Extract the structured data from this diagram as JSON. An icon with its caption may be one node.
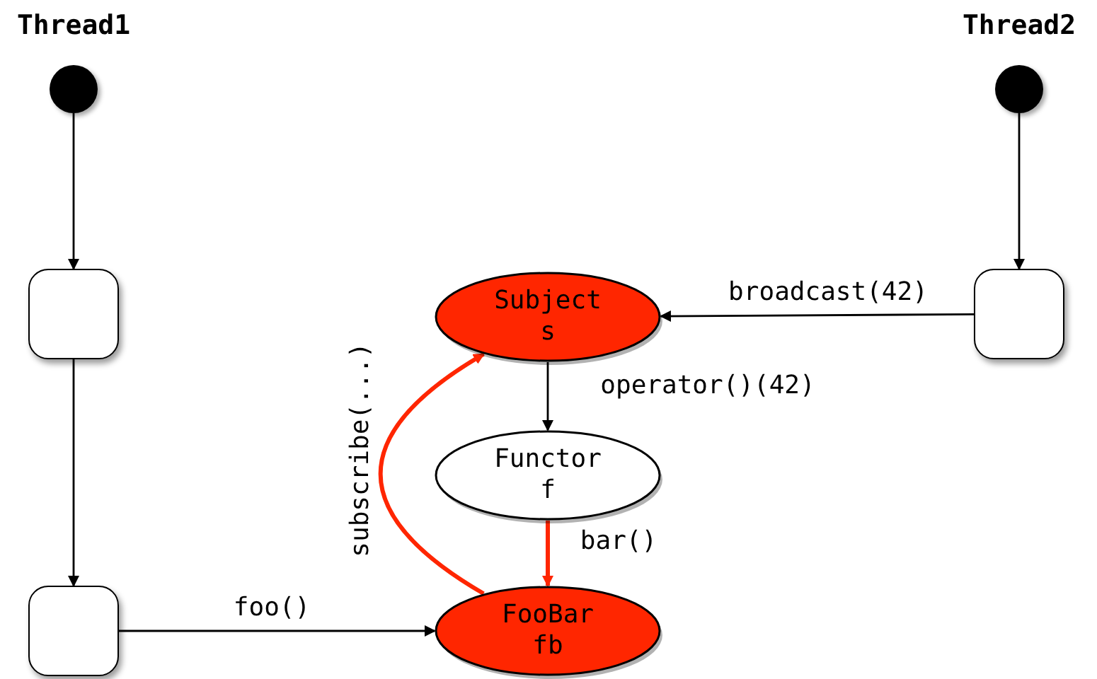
{
  "diagram": {
    "nodes": [
      {
        "text": [],
        "shape": "circle"
      },
      {
        "text": [],
        "shape": "circle"
      },
      {
        "text": [],
        "shape": "box"
      },
      {
        "text": [
          "Subject s"
        ]
      },
      {
        "text": [],
        "shape": "box"
      },
      {
        "text": [
          "Functor f"
        ]
      },
      {
        "text": [],
        "shape": "box"
      },
      {
        "text": [
          "FooBar fb"
        ]
      }
    ],
    "edges": [
      {
        "from": 0,
        "to": 2,
        "arrow": "to"
      },
      {
        "from": 2,
        "to": 6,
        "arrow": "to"
      },
      {
        "from": 1,
        "to": 4,
        "arrow": "to"
      },
      {
        "from": 4,
        "to": 3,
        "arrow": "to",
        "label": "broadcast(42)"
      },
      {
        "from": 3,
        "to": 5,
        "arrow": "to",
        "label": "operator()(42)"
      },
      {
        "from": 5,
        "to": 7,
        "arrow": "to",
        "label": "bar()",
        "style": "thick",
        "color": "#ff2600"
      },
      {
        "from": 6,
        "to": 7,
        "arrow": "to",
        "label": "foo()"
      },
      {
        "from": 7,
        "to": 3,
        "arrow": "to",
        "label": "subscribe(...)",
        "style": "thick",
        "color": "#ff2600"
      }
    ],
    "labels": [
      "Thread1",
      "Thread2"
    ]
  }
}
